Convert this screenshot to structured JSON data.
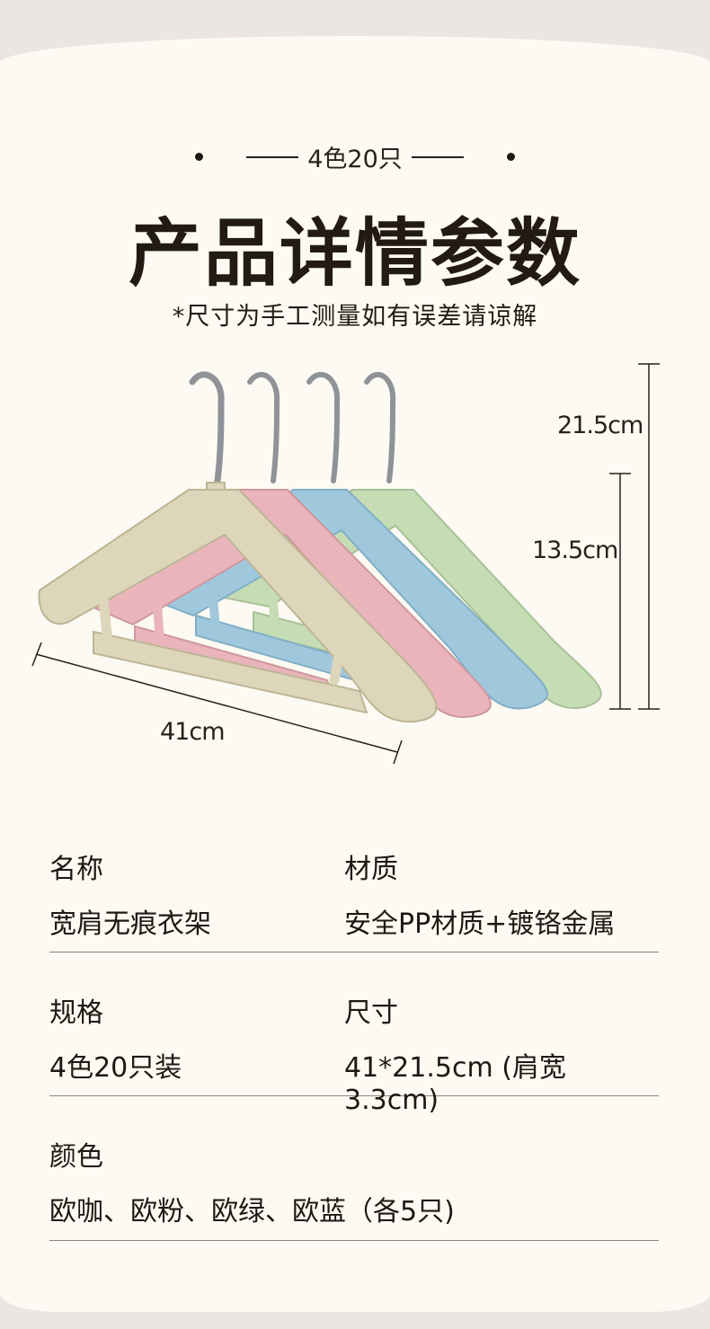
{
  "header": {
    "kicker": "4色20只",
    "title": "产品详情参数",
    "note": "*尺寸为手工测量如有误差请谅解"
  },
  "dimensions": {
    "total_height": "21.5cm",
    "body_height": "13.5cm",
    "width": "41cm"
  },
  "hanger_colors": {
    "khaki": "#ddd6ba",
    "pink": "#e9b5bb",
    "blue": "#9fc8dd",
    "green": "#c5dcb4",
    "hook": "#8f9398"
  },
  "specs": [
    {
      "label": "名称",
      "value": "宽肩无痕衣架"
    },
    {
      "label": "材质",
      "value": "安全PP材质+镀铬金属"
    },
    {
      "label": "规格",
      "value": "4色20只装"
    },
    {
      "label": "尺寸",
      "value": "41*21.5cm (肩宽3.3cm)"
    },
    {
      "label": "颜色",
      "value": "欧咖、欧粉、欧绿、欧蓝（各5只)"
    }
  ]
}
